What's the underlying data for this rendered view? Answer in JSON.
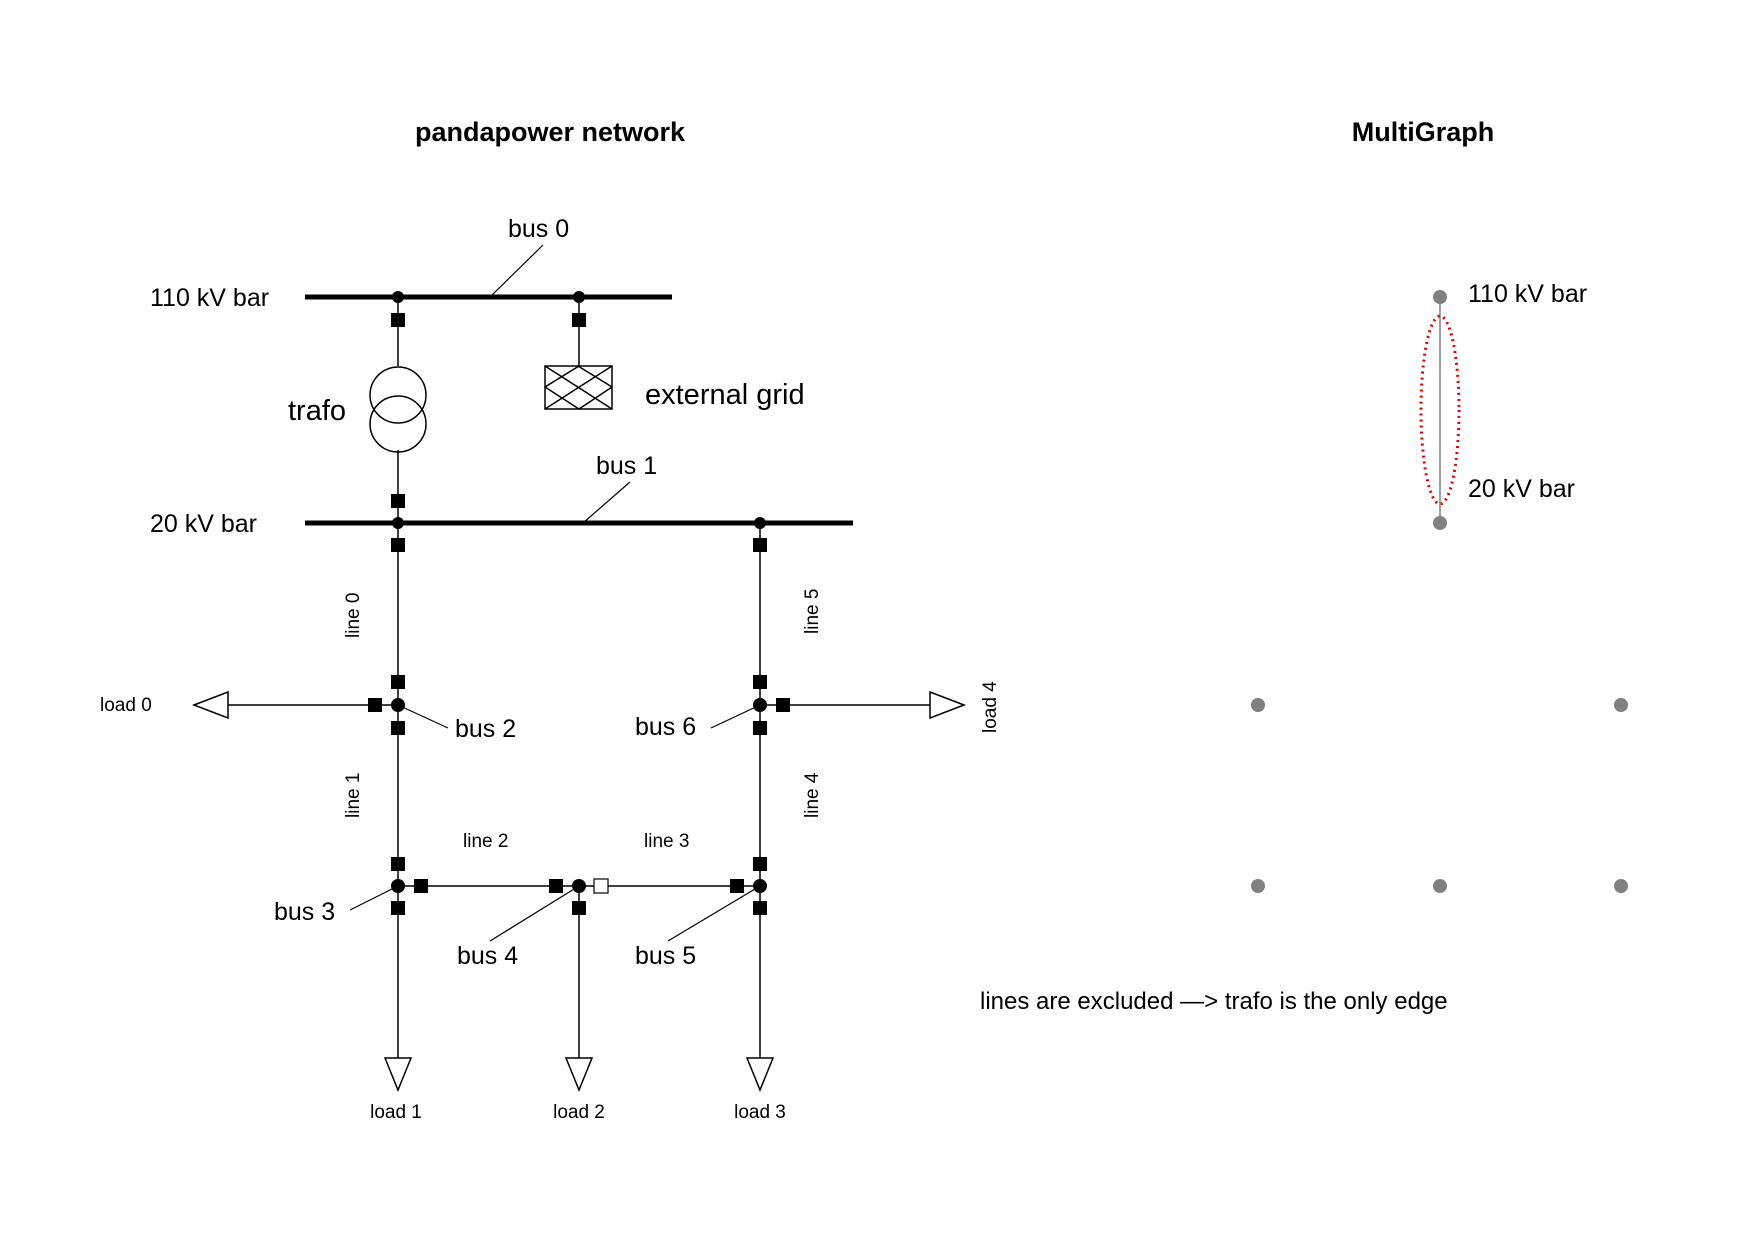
{
  "titles": {
    "left": "pandapower network",
    "right": "MultiGraph"
  },
  "network": {
    "bars": {
      "hv": "110 kV bar",
      "mv": "20 kV bar"
    },
    "trafo": "trafo",
    "external_grid": "external grid",
    "buses": [
      "bus 0",
      "bus 1",
      "bus 2",
      "bus 3",
      "bus 4",
      "bus 5",
      "bus 6"
    ],
    "lines": [
      "line 0",
      "line 1",
      "line 2",
      "line 3",
      "line 4",
      "line 5"
    ],
    "loads": [
      "load 0",
      "load 1",
      "load 2",
      "load 3",
      "load 4"
    ]
  },
  "graph": {
    "node_labels": {
      "hv": "110 kV bar",
      "mv": "20 kV bar"
    },
    "note": "lines are excluded —> trafo is the only edge",
    "colors": {
      "node": "#808080",
      "edge": "#a0a0a0",
      "highlight": "#e00000"
    }
  }
}
